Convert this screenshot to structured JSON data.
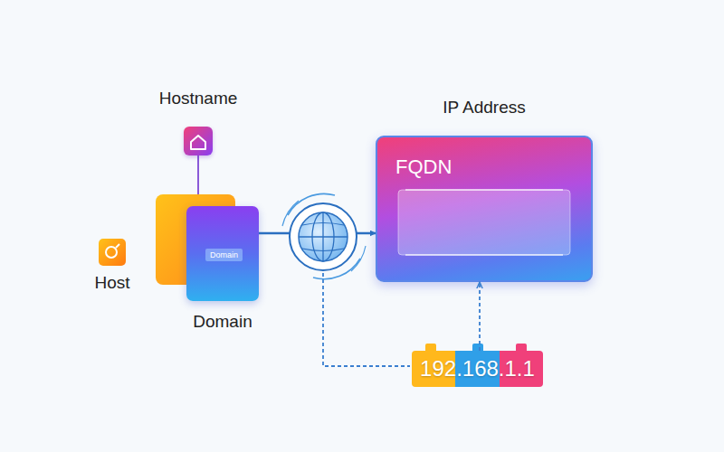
{
  "diagram": {
    "nodes": [
      {
        "text": [
          "Hostname"
        ]
      },
      {
        "text": [
          "Host"
        ]
      },
      {
        "text": [
          "Domain",
          "Domain"
        ]
      },
      {
        "text": [
          "IP Address",
          "FQDN"
        ]
      },
      {
        "text": [
          "192.168.1.1"
        ]
      }
    ],
    "edges": [
      {
        "from": 2,
        "to": 3,
        "arrow": "to"
      },
      {
        "from": 4,
        "to": 3,
        "arrow": "to"
      }
    ]
  }
}
